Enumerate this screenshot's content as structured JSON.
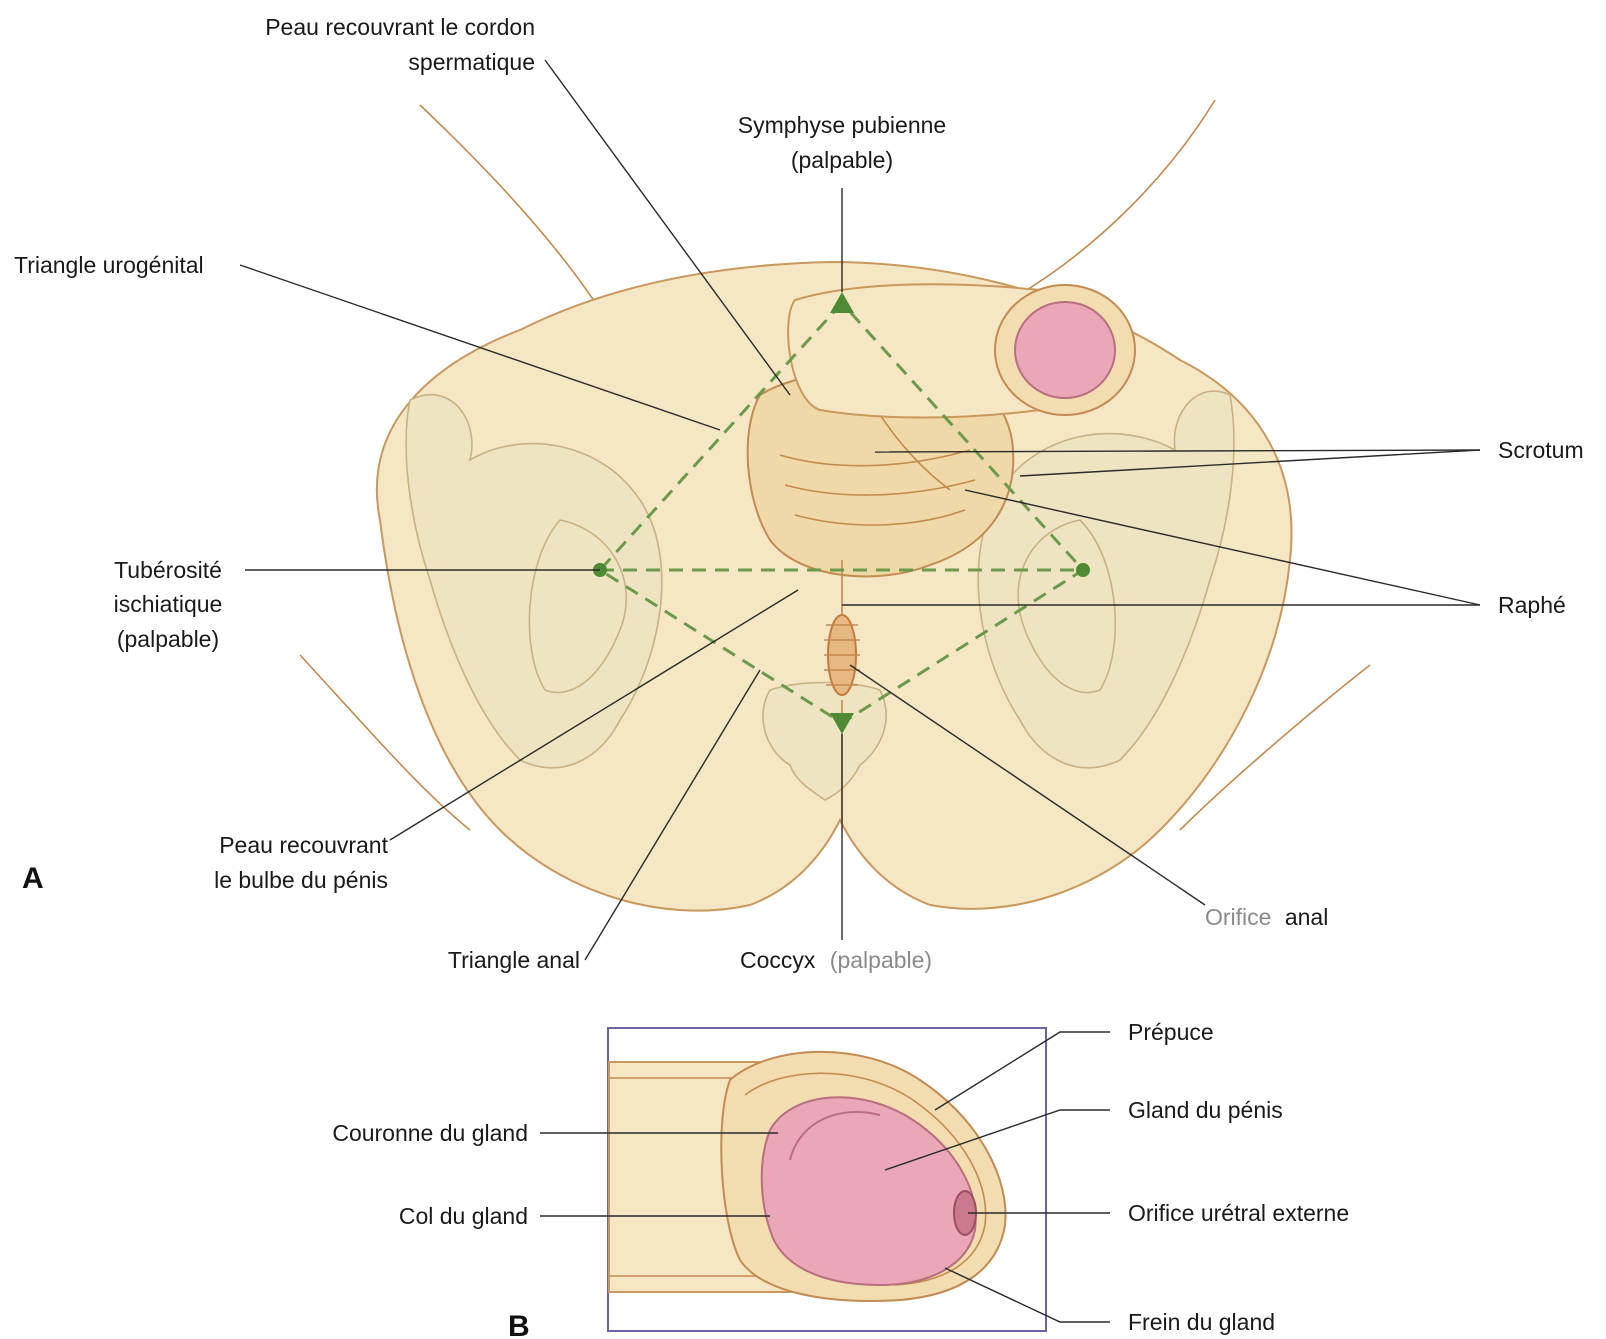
{
  "panels": {
    "a": "A",
    "b": "B"
  },
  "labels_a": {
    "peau_cordon_line1": "Peau recouvrant le cordon",
    "peau_cordon_line2": "spermatique",
    "symphyse_line1": "Symphyse pubienne",
    "symphyse_line2": "(palpable)",
    "triangle_urogenital": "Triangle urogénital",
    "scrotum": "Scrotum",
    "tuberosite_line1": "Tubérosité",
    "tuberosite_line2": "ischiatique",
    "tuberosite_line3": "(palpable)",
    "raphe": "Raphé",
    "peau_bulbe_line1": "Peau recouvrant",
    "peau_bulbe_line2": "le bulbe du pénis",
    "triangle_anal": "Triangle anal",
    "coccyx": "Coccyx",
    "coccyx_note": "(palpable)",
    "orifice_anal_part1": "Orifice",
    "orifice_anal_part2": "anal"
  },
  "labels_b": {
    "prepuce": "Prépuce",
    "couronne": "Couronne du gland",
    "gland": "Gland du pénis",
    "col": "Col du gland",
    "orifice_uretral": "Orifice urétral externe",
    "frein": "Frein du gland"
  },
  "colors": {
    "skin": "#f6e7c4",
    "outline": "#c9985c",
    "glans": "#e9a7b8",
    "landmark_green": "#4d8a34",
    "frame": "#6b63a6"
  }
}
